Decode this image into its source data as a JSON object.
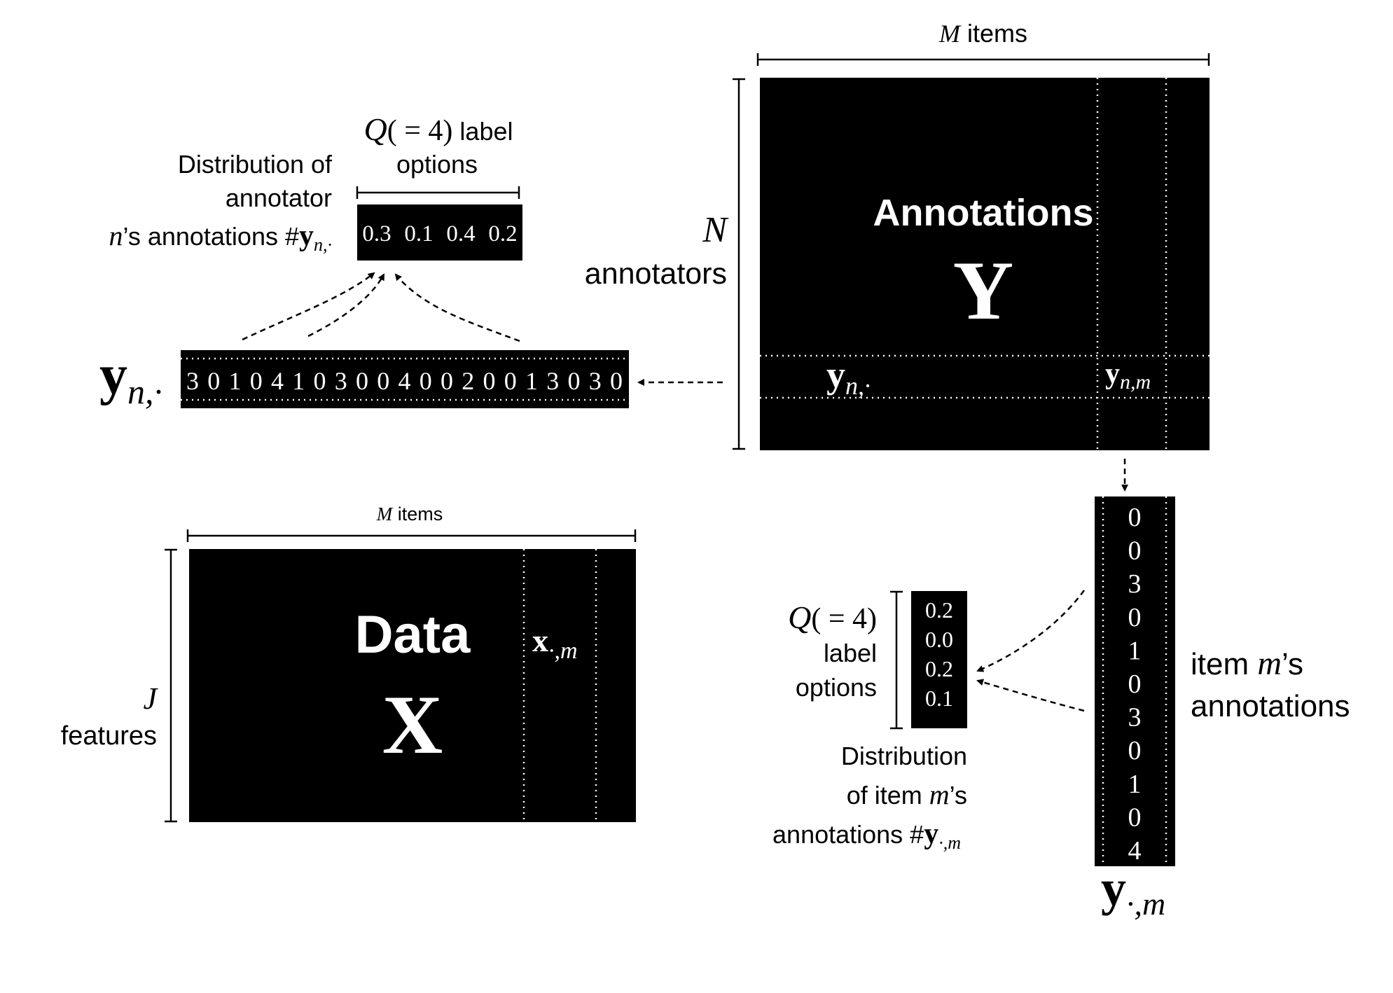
{
  "annotations_matrix": {
    "top_label_var": "M",
    "top_label_text": " items",
    "side_label_var": "N",
    "side_label_text": "annotators",
    "title": "Annotations",
    "symbol": "Y",
    "row_label_main": "y",
    "row_label_sub": "n,·",
    "cell_label_main": "y",
    "cell_label_sub": "n,m"
  },
  "row_vector": {
    "name_main": "y",
    "name_sub": "n,·",
    "values": [
      3,
      0,
      1,
      0,
      4,
      1,
      0,
      3,
      0,
      0,
      4,
      0,
      0,
      2,
      0,
      0,
      1,
      3,
      0,
      3,
      0
    ]
  },
  "row_distribution": {
    "options_var": "Q",
    "options_eq": "( = 4)",
    "options_word1": " label",
    "options_word2": "options",
    "desc_line1": "Distribution of",
    "desc_line2": "annotator",
    "desc_line3_var": "n",
    "desc_line3_text": "’s annotations #",
    "desc_line3_main": "y",
    "desc_line3_sub": "n,·",
    "values": [
      "0.3",
      "0.1",
      "0.4",
      "0.2"
    ]
  },
  "data_matrix": {
    "top_label_var": "M",
    "top_label_text": " items",
    "side_label_var": "J",
    "side_label_text": "features",
    "title": "Data",
    "symbol": "X",
    "col_label_main": "x",
    "col_label_sub": "·,m"
  },
  "column_vector": {
    "values": [
      0,
      0,
      3,
      0,
      1,
      0,
      3,
      0,
      1,
      0,
      4
    ],
    "name_main": "y",
    "name_sub": "·,m",
    "side_line1_pre": "item ",
    "side_line1_var": "m",
    "side_line1_post": "’s",
    "side_line2": "annotations"
  },
  "column_distribution": {
    "options_var": "Q",
    "options_eq": "( = 4)",
    "options_word1": "label",
    "options_word2": "options",
    "values": [
      "0.2",
      "0.0",
      "0.2",
      "0.1"
    ],
    "desc_line1": "Distribution",
    "desc_line2_pre": "of item ",
    "desc_line2_var": "m",
    "desc_line2_post": "’s",
    "desc_line3_text": "annotations #",
    "desc_line3_main": "y",
    "desc_line3_sub": "·,m"
  }
}
